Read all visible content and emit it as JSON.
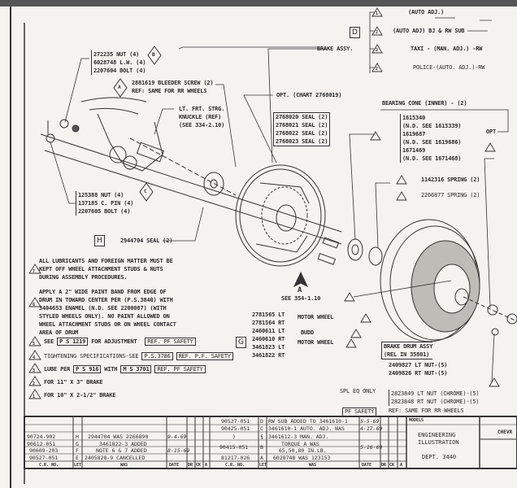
{
  "callouts": {
    "nut_group_b": [
      "272235  NUT (4)",
      "6028748 L.W. (4)",
      "2207604 BOLT (4)"
    ],
    "bleeder": [
      "2881619 BLEEDER SCREW (2)",
      "REF: SAME FOR RR WHEELS"
    ],
    "knuckle": [
      "LT. FRT. STRG.",
      "KNUCKLE (REF)",
      "(SEE 334-2.10)"
    ],
    "nut_group_c": [
      "125388  NUT (4)",
      "137185  C. PIN (4)",
      "2207605 BOLT (4)"
    ],
    "seal": "2944704 SEAL (2)",
    "brake_assy": "BRAKE ASSY.",
    "brake_options": [
      "(AUTO ADJ.)",
      "(AUTO ADJ) BJ & RW SUB",
      "TAXI - (MAN. ADJ.) -RW",
      "POLICE-(AUTO. ADJ.)-RW"
    ],
    "brake_option_marks": [
      "1",
      "2",
      "2",
      "2"
    ],
    "opt_chart": "OPT. (CHART 2768019)",
    "opt_seals": [
      "2768020 SEAL (2)",
      "2768021 SEAL (2)",
      "2768022 SEAL (2)",
      "2768023 SEAL (2)"
    ],
    "bearing_title": "BEARING CONE (INNER) - (2)",
    "bearings": [
      "1615340",
      "(N.D. SEE 1615339)",
      "1619687",
      "(N.D. SEE 1619686)",
      "1671469",
      "(N.D. SEE 1671468)"
    ],
    "opt": "OPT",
    "springs": [
      "1142316 SPRING (2)",
      "2266877 SPRING (2)"
    ],
    "see_view": "SEE 354-1.10",
    "wheels": [
      "2781565 LT",
      "2781564 RT",
      "2460611 LT",
      "2460610 RT",
      "3461823 LT",
      "3461822 RT"
    ],
    "wheel_types": [
      "MOTOR WHEEL",
      "BUDD",
      "MOTOR WHEEL"
    ],
    "drum": [
      "BRAKE DRUM ASSY",
      "(REL IN 35801)"
    ],
    "lug_nuts": [
      "2409827 LT NUT-(5)",
      "2409826 RT NUT-(5)"
    ],
    "spl_eq": "SPL EQ ONLY",
    "chrome_nuts": [
      "2823849 LT NUT (CHROME)-(5)",
      "2823848 RT NUT (CHROME)-(5)"
    ],
    "pf_safety": "PF SAFETY",
    "ref_rr": "REF: SAME FOR RR WHEELS"
  },
  "view_labels": {
    "a": "A",
    "b": "B",
    "c": "C",
    "d": "D",
    "g": "G",
    "h": "H"
  },
  "notes": [
    {
      "num": "7",
      "lines": [
        "ALL LUBRICANTS AND FOREIGN MATTER MUST BE",
        "KEPT OFF WHEEL ATTACHMENT STUDS & NUTS",
        "DURING ASSEMBLY PROCEDURES."
      ]
    },
    {
      "num": "6",
      "lines": [
        "APPLY A 2\" WIDE PAINT BAND FROM EDGE OF",
        "DRUM IN TOWARD CENTER PER (P.S.3840) WITH",
        "3404653 ENAMEL (N.D. SEE 2200087) (WITH",
        "STYLED WHEELS ONLY).  NO PAINT ALLOWED ON",
        "WHEEL ATTACHMENT STUDS OR ON WHEEL CONTACT",
        "AREA OF DRUM"
      ]
    },
    {
      "num": "5",
      "pre": "SEE",
      "box1": "P S  1219",
      "mid": "FOR ADJUSTMENT",
      "box2": "REF. PF SAFETY"
    },
    {
      "num": "4",
      "pre": "TIGHTENING SPECIFICATIONS-SEE",
      "box1": "P.S.3786",
      "box2": "REF. P.F. SAFETY"
    },
    {
      "num": "3",
      "pre": "LUBE PER",
      "box1": "P S  916",
      "mid": "WITH",
      "box3": "M S  3701",
      "box2": "REF. PF SAFETY"
    },
    {
      "num": "2",
      "text": "FOR 11\" X 3\" BRAKE"
    },
    {
      "num": "1",
      "text": "FOR 10\" X 2-1/2\" BRAKE"
    }
  ],
  "revisions": {
    "headers": [
      "C.R. NO.",
      "LET",
      "WAS",
      "DATE",
      "DR",
      "CK",
      "A"
    ],
    "left": [
      {
        "cr": "90724-902",
        "let": "H",
        "was": "2944704 WAS 2266890",
        "date": "9-4-69"
      },
      {
        "cr": "90612-051",
        "let": "G",
        "was": "3461822-3 ADDED",
        "date": ""
      },
      {
        "cr": "90609-203",
        "let": "F",
        "was": "NOTE 6 & 7 ADDED",
        "date": "8-15-69"
      },
      {
        "cr": "90527-051",
        "let": "E",
        "was": "2405828-9 CANCELLED",
        "date": ""
      }
    ],
    "mid_cr": [
      "90527-051",
      "90425-051",
      ")",
      "90415-051",
      "81217-026"
    ],
    "right": [
      {
        "let": "D",
        "was": "RW SUB ADDED TO 3461610-1",
        "date": "5-5-69"
      },
      {
        "let": "C",
        "was": "3461610-1 AUTO. ADJ. WAS",
        "date": "4-17-69"
      },
      {
        "let": "§",
        "was": "3461612-3 MAN. ADJ.",
        "date": ""
      },
      {
        "let": "B",
        "was": "TORQUE A WAS",
        "was2": "65,50,80 IN.LB.",
        "date": "5-16-69"
      },
      {
        "let": "A",
        "was": "6028748 WAS 123153",
        "date": ""
      }
    ]
  },
  "title_block": {
    "models": "MODELS",
    "line1": "ENGINEERING",
    "line2": "ILLUSTRATION",
    "dept": "DEPT. 3440",
    "company": "CHEVR"
  }
}
